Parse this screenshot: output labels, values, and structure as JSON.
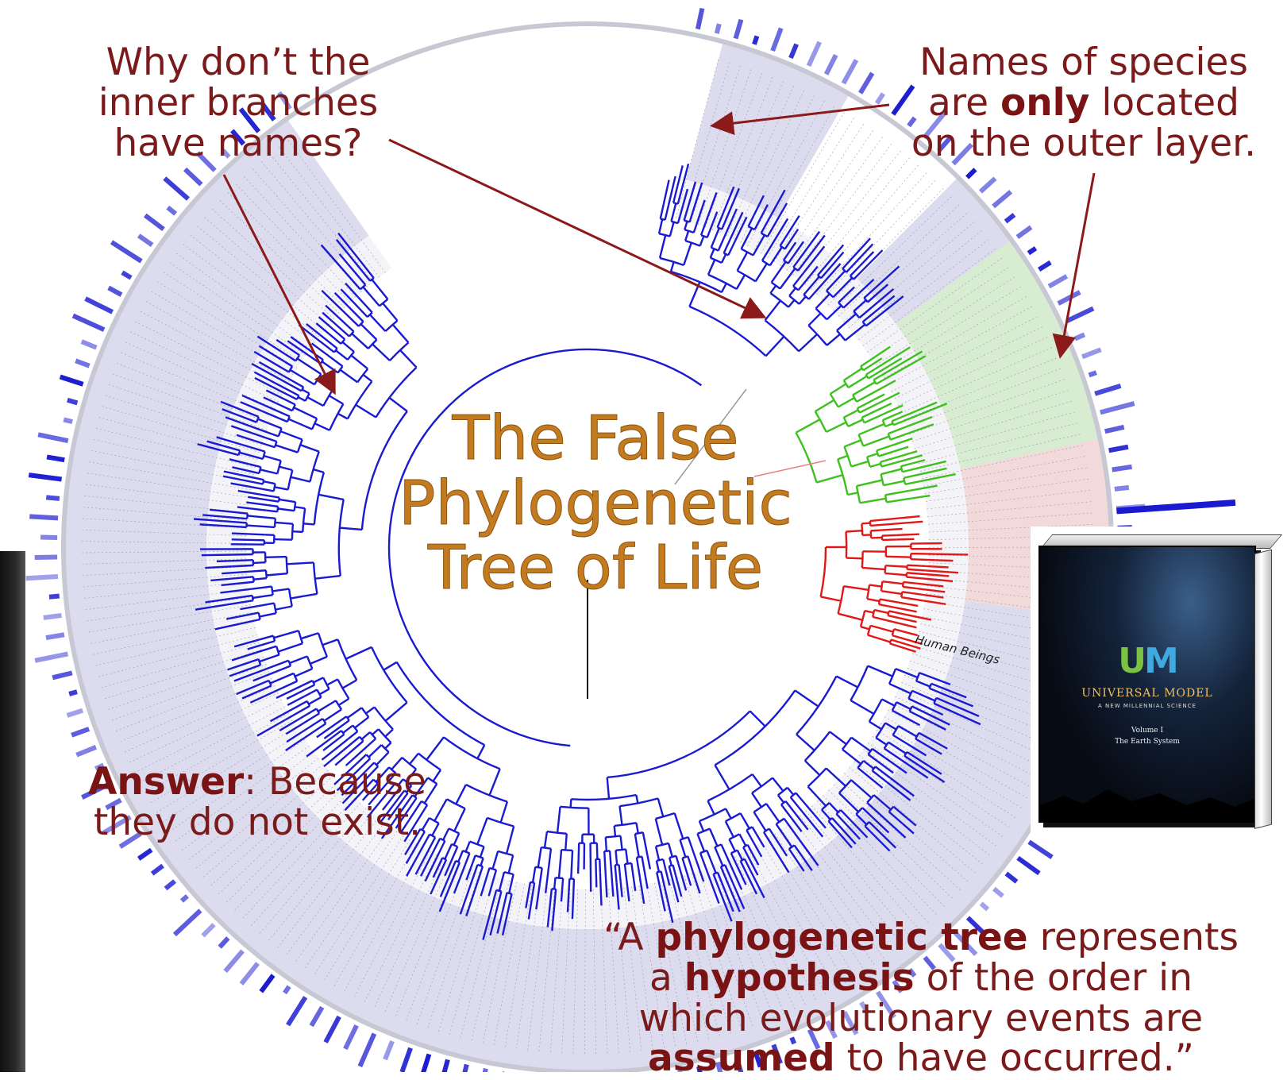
{
  "title": {
    "line1": "The False",
    "line2": "Phylogenetic",
    "line3": "Tree of Life"
  },
  "callouts": {
    "top_left": {
      "line1": "Why don’t the",
      "line2": "inner branches",
      "line3": "have names?"
    },
    "top_right": {
      "line1": "Names of species",
      "line2_pre": "are ",
      "line2_bold": "only",
      "line2_post": " located",
      "line3": "on the outer layer."
    },
    "answer": {
      "bold": "Answer",
      "rest": ": Because",
      "line2": "they do not exist."
    },
    "quote": {
      "l1_a": "“A ",
      "l1_bold": "phylogenetic tree",
      "l1_b": " represents",
      "l2_a": "a ",
      "l2_bold": "hypothesis",
      "l2_b": "  of the order in",
      "l3": "which evolutionary events are",
      "l4_bold": "assumed",
      "l4_b": " to have occurred.”"
    }
  },
  "tree": {
    "leaf_label": "Human Beings",
    "colors": {
      "main_branches": "#1a1ad0",
      "green_clade": "#3ec01e",
      "red_clade": "#e01818",
      "outer_band": "#dcdcee",
      "green_band": "#d8ecd2",
      "red_band": "#f2dada",
      "arrow": "#8b1a1a",
      "bars": "#1a1ad0"
    }
  },
  "book": {
    "logo_u": "U",
    "logo_m": "M",
    "title": "UNIVERSAL MODEL",
    "subtitle": "A NEW MILLENNIAL SCIENCE",
    "volume": "Volume I",
    "system": "The Earth System"
  }
}
